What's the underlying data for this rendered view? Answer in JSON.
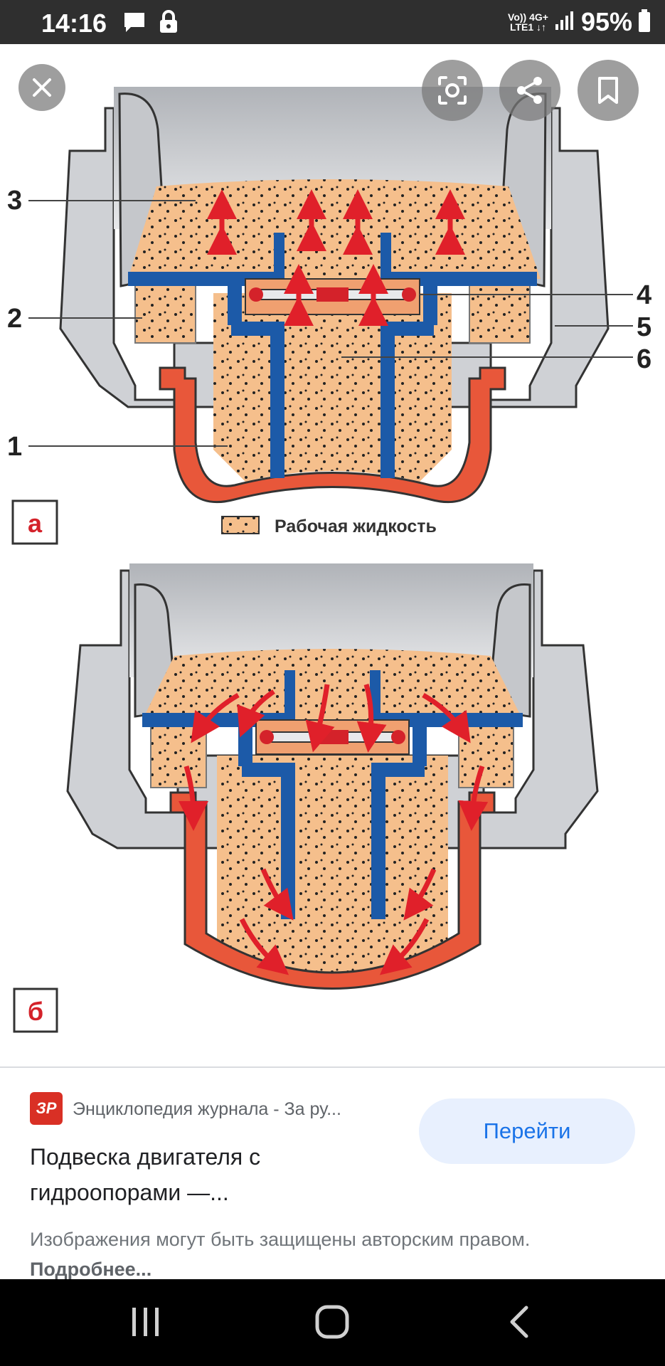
{
  "status_bar": {
    "time": "14:16",
    "net_top": "Vo)) 4G+",
    "net_bottom": "LTE1 ↓↑",
    "battery": "95%",
    "icons": [
      "chat-bubble-icon",
      "lock-icon",
      "signal-icon",
      "battery-icon"
    ]
  },
  "viewer": {
    "toolbar": {
      "close": "close-icon",
      "lens": "lens-icon",
      "share": "share-icon",
      "save": "bookmark-icon"
    },
    "diagram": {
      "labels_left": [
        "3",
        "2",
        "1"
      ],
      "labels_right": [
        "4",
        "5",
        "6"
      ],
      "panel_a": "а",
      "panel_b": "б",
      "legend": "Рабочая жидкость"
    }
  },
  "result": {
    "source_logo": "ЗР",
    "source_name": "Энциклопедия журнала - За ру...",
    "title": "Подвеска двигателя с гидроопорами —...",
    "goto_label": "Перейти",
    "copyright_text": "Изображения могут быть защищены авторским правом.",
    "copyright_link": "Подробнее..."
  },
  "colors": {
    "fluid": "#f6c08c",
    "rubber": "#e8573a",
    "metal": "#1c5aa8",
    "housing": "#c9cbcf",
    "accent": "#1a73e8"
  }
}
